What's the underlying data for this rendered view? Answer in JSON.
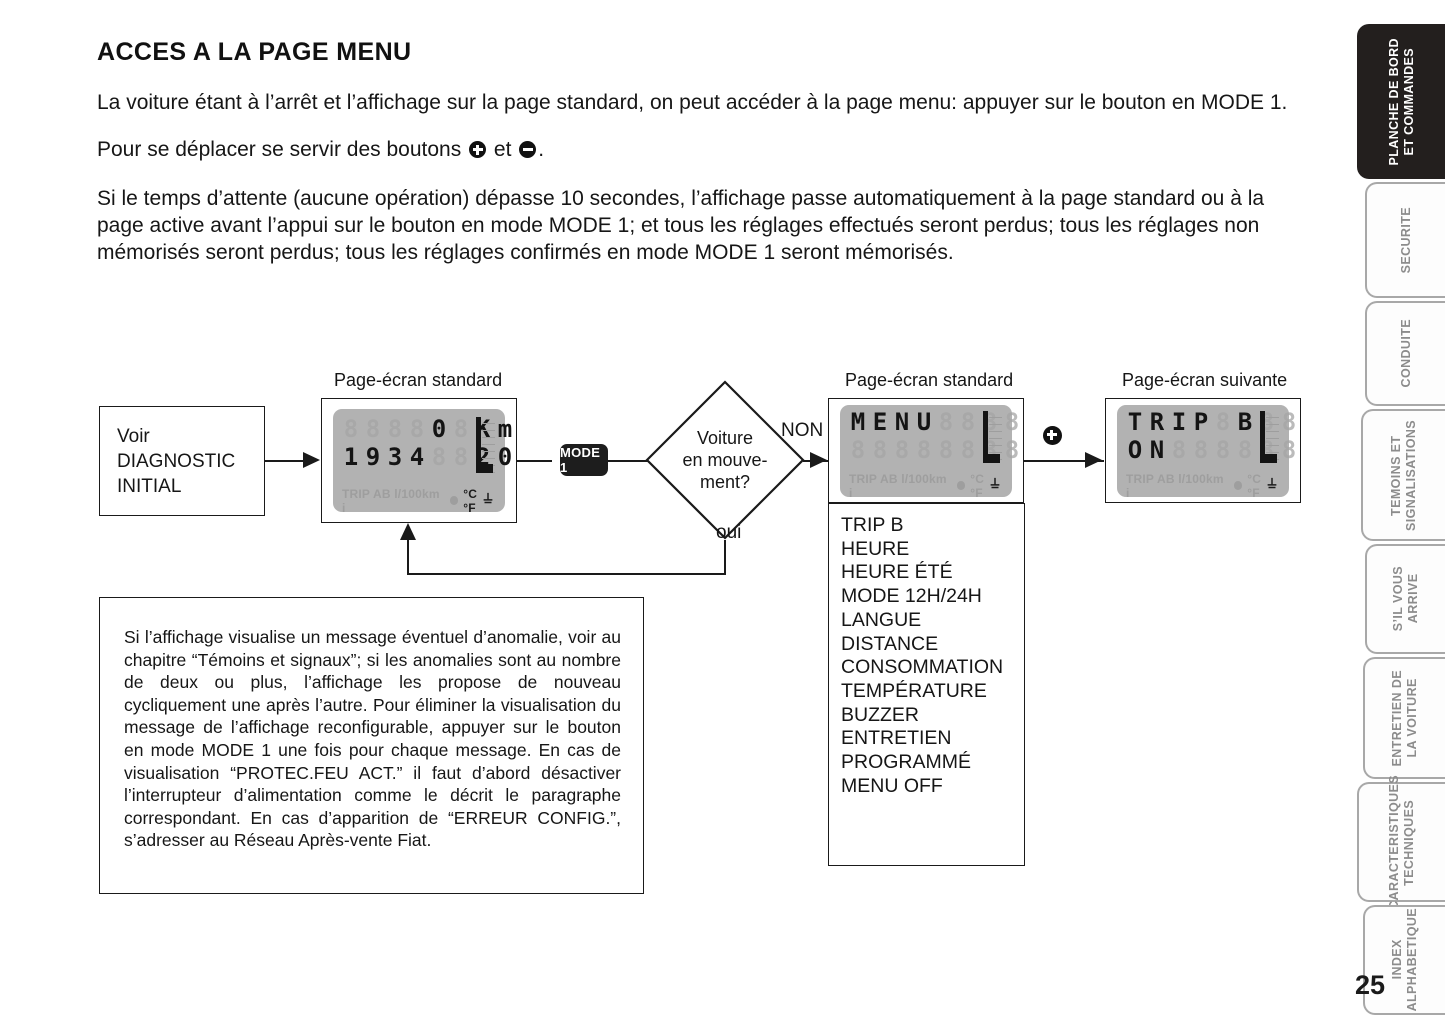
{
  "doc": {
    "title": "ACCES A LA PAGE MENU",
    "page_number": "25",
    "paragraphs": {
      "p1_a": "La voiture étant à l’arrêt et l’affichage sur la page standard, on peut accéder à la page menu: appuyer sur le bouton en MODE 1.",
      "p2_a": "Pour se déplacer se servir des boutons",
      "p2_b": "et",
      "p2_c": ".",
      "p3": "Si le temps d’attente (aucune opération) dépasse 10 secondes, l’affichage passe automatiquement à la page standard ou à la page active avant l’appui sur le bouton en mode MODE 1; et tous les réglages effectués seront perdus; tous les réglages non mémorisés seront perdus; tous les réglages confirmés en mode MODE 1 seront mémorisés."
    }
  },
  "diagram": {
    "captions": {
      "std1": "Page-écran standard",
      "std2": "Page-écran standard",
      "next": "Page-écran suivante"
    },
    "start_box": {
      "line1": "Voir",
      "line2": "DIAGNOSTIC",
      "line3": "INITIAL"
    },
    "mode_button": "MODE 1",
    "decision": {
      "line1": "Voiture",
      "line2": "en mouve-",
      "line3": "ment?",
      "branch_no": "NON",
      "branch_yes": "oui"
    },
    "plus_button_icon": "plus-circle-icon",
    "lcd1": {
      "row1": "      0 Km",
      "row1_display": "0 Km",
      "row2": "1934    20",
      "row2_left": "1934",
      "row2_right": "20",
      "indicators": "TRIP AB l/100km i",
      "units": "°C °F"
    },
    "lcd2": {
      "row1": "MENU",
      "row2": "",
      "indicators": "TRIP AB l/100km i",
      "units": "°C °F"
    },
    "lcd3": {
      "row1": "TRIP B",
      "row2": "ON",
      "indicators": "TRIP AB l/100km i",
      "units": "°C °F"
    },
    "menu_items": [
      "TRIP B",
      "HEURE",
      "HEURE ÉTÉ",
      "MODE 12H/24H",
      "LANGUE",
      "DISTANCE",
      "CONSOMMATION",
      "TEMPÉRATURE",
      "BUZZER",
      "ENTRETIEN",
      "PROGRAMMÉ",
      "MENU OFF"
    ],
    "note": "Si l’affichage visualise un message éventuel d’anomalie, voir au chapitre “Témoins et signaux”; si les anomalies sont au nombre de deux ou plus, l’affichage les propose de nouveau cycliquement une après l’autre. Pour éliminer la visualisation du message de l’affichage reconfigurable, appuyer sur le bouton en mode MODE 1 une fois pour chaque message. En cas de visualisation “PROTEC.FEU ACT.” il faut d’abord désactiver l’interrupteur d’alimentation comme le décrit le paragraphe correspondant. En cas d’apparition de “ERREUR CONFIG.”, s’adresser au Réseau Après-vente Fiat."
  },
  "rail": {
    "tabs": [
      {
        "label": "PLANCHE DE BORD\nET COMMANDES",
        "active": true
      },
      {
        "label": "SECURITE",
        "active": false
      },
      {
        "label": "CONDUITE",
        "active": false
      },
      {
        "label": "TEMOINS ET\nSIGNALISATIONS",
        "active": false
      },
      {
        "label": "S’IL VOUS\nARRIVE",
        "active": false
      },
      {
        "label": "ENTRETIEN DE\nLA VOITURE",
        "active": false
      },
      {
        "label": "CARACTERISTIQUES\nTECHNIQUES",
        "active": false
      },
      {
        "label": "INDEX\nALPHABETIQUE",
        "active": false
      }
    ]
  },
  "colors": {
    "ink": "#1a1a1a",
    "lcd_background": "#b2b2b2",
    "lcd_inactive": "#9e9e9e",
    "tab_inactive_border": "#a8a8a8",
    "tab_active_bg": "#231f1e"
  }
}
